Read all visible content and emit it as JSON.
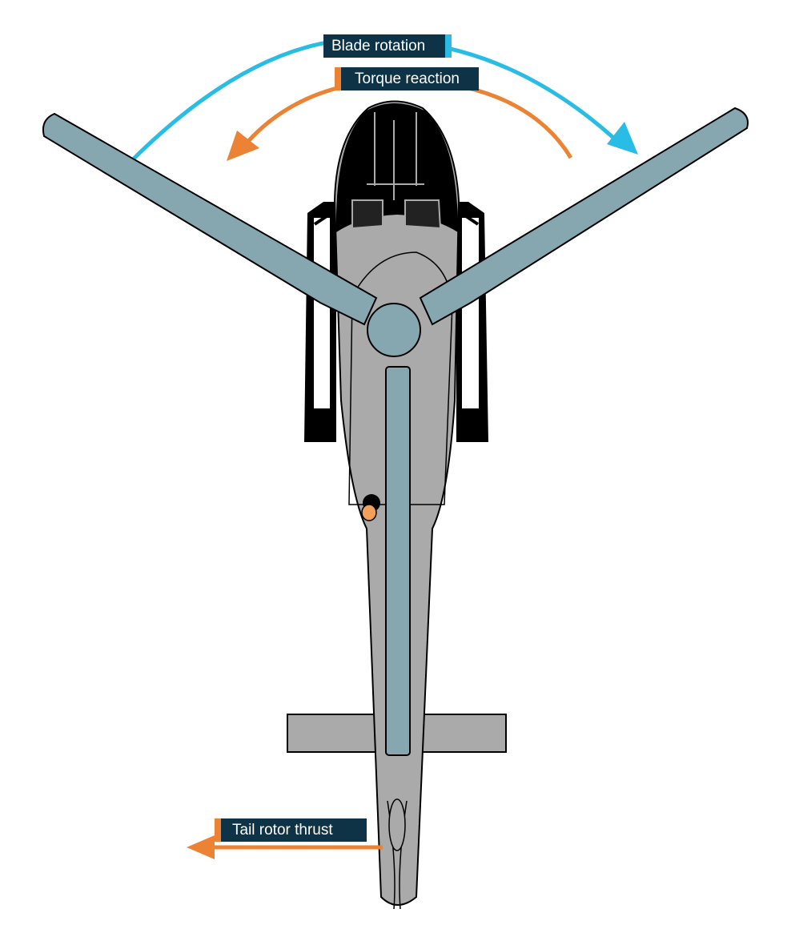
{
  "labels": {
    "blade_rotation": "Blade rotation",
    "torque_reaction": "Torque reaction",
    "tail_rotor_thrust": "Tail rotor thrust"
  },
  "colors": {
    "blade_rotation_arrow": "#29bde6",
    "torque_reaction_arrow": "#ec8334",
    "tail_rotor_thrust_arrow": "#ec8334",
    "label_background": "#0e3347",
    "rotor_blade": "#86a6b0",
    "fuselage": "#aaaaaa",
    "canopy": "#000000"
  },
  "icons": {
    "helicopter": "helicopter-top-view-icon"
  }
}
